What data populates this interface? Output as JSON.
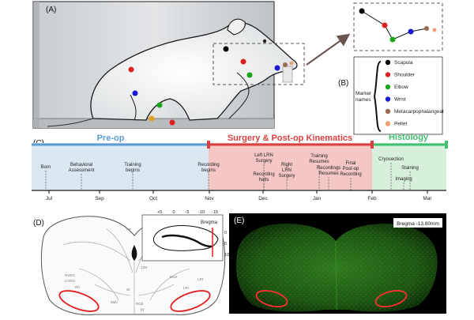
{
  "panel_labels": {
    "a": "(A)",
    "b": "(B)",
    "c": "(C)",
    "d": "(D)",
    "e": "(E)"
  },
  "legend": {
    "heading_line1": "Marker",
    "heading_line2": "names",
    "items": [
      {
        "label": "Scapula",
        "color": "#000000"
      },
      {
        "label": "Shoulder",
        "color": "#e02020"
      },
      {
        "label": "Elbow",
        "color": "#1aa81a"
      },
      {
        "label": "Wrist",
        "color": "#1a1ad0"
      },
      {
        "label": "Metacarpophalangeal",
        "color": "#9a6a50"
      },
      {
        "label": "Pellet",
        "color": "#f0a070"
      }
    ]
  },
  "timeline": {
    "phases": [
      {
        "label": "Pre-op",
        "color": "#5b9bd5",
        "fill": "#dbe8f3"
      },
      {
        "label": "Surgery & Post-op Kinematics",
        "color": "#d94040",
        "fill": "#f4c7c4"
      },
      {
        "label": "Histology",
        "color": "#3fbf70",
        "fill": "#d6f0dc"
      }
    ],
    "events": [
      {
        "lines": [
          "Born"
        ]
      },
      {
        "lines": [
          "Behavioral",
          "Assessment"
        ]
      },
      {
        "lines": [
          "Training",
          "begins"
        ]
      },
      {
        "lines": [
          "Recording",
          "begins"
        ]
      },
      {
        "lines": [
          "Left LRN",
          "Surgery"
        ]
      },
      {
        "lines": [
          "Recording",
          "halts"
        ]
      },
      {
        "lines": [
          "Right",
          "LRN",
          "Surgery"
        ]
      },
      {
        "lines": [
          "Training",
          "Resumes"
        ]
      },
      {
        "lines": [
          "Recordings",
          "Resumes"
        ]
      },
      {
        "lines": [
          "Final",
          "Post-op",
          "Recording"
        ]
      },
      {
        "lines": [
          "Cryosection"
        ]
      },
      {
        "lines": [
          "Staining"
        ]
      },
      {
        "lines": [
          "Imaging"
        ]
      }
    ],
    "months": [
      "Jul",
      "Sep",
      "Oct",
      "Nov",
      "Dec",
      "Jan",
      "Feb",
      "Mar"
    ]
  },
  "atlas": {
    "inset_ticks": [
      "+5",
      "0",
      "-5",
      "-10",
      "-15"
    ],
    "inset_label": "Bregma",
    "inset_side_ticks": [
      "0",
      "5",
      "10"
    ],
    "region_labels": [
      "AP",
      "RVRG",
      "CVRG",
      "IRt",
      "MdV",
      "LRt",
      "Sol",
      "12N",
      "Gi",
      "ROb",
      "py",
      "MVe",
      "LRt"
    ]
  },
  "histology_image": {
    "bregma_label": "Bregma -13.80mm"
  }
}
